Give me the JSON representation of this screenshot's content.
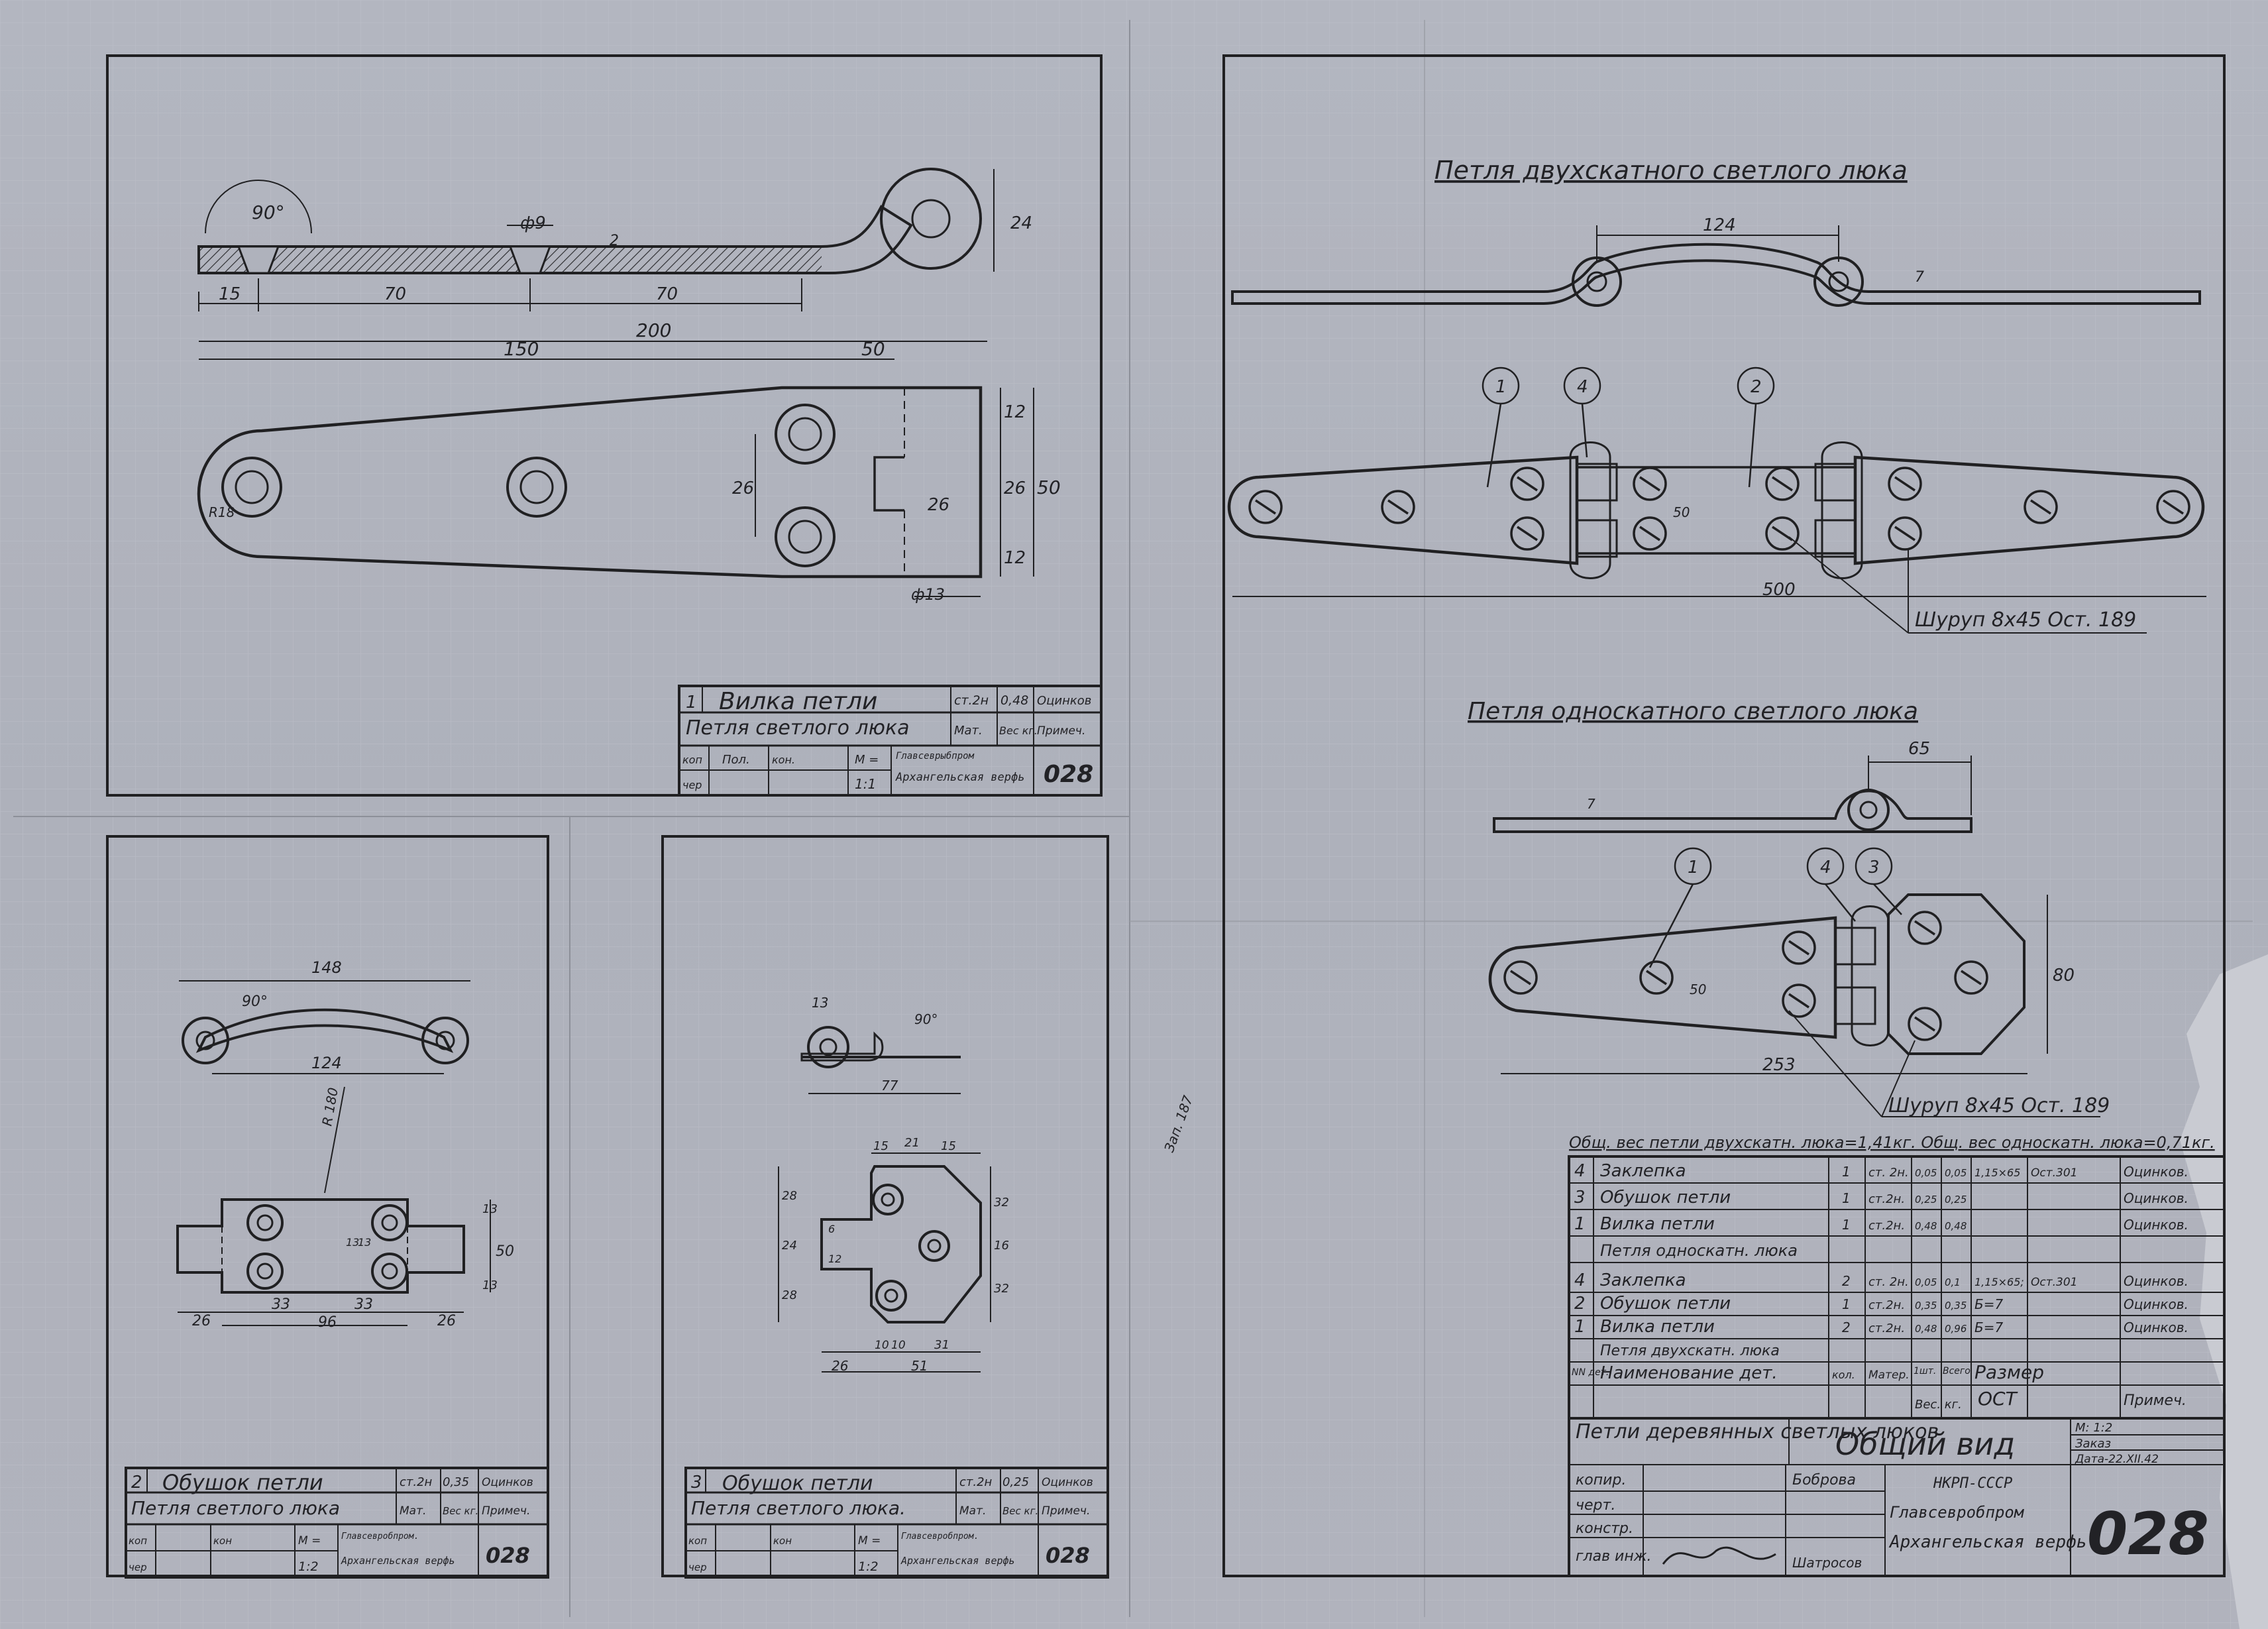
{
  "sheet_number": "028",
  "palette": {
    "paper": "#afb2bc",
    "ink": "#202022",
    "grid": "#c4c6cf"
  },
  "panel1": {
    "dims": {
      "angle": "90°",
      "hole": "ф9",
      "r": "2",
      "d15": "15",
      "d70a": "70",
      "d70b": "70",
      "d24": "24",
      "d200": "200",
      "d150": "150",
      "d50": "50",
      "d26a": "26",
      "d26b": "26",
      "d26c": "26",
      "d12a": "12",
      "d12b": "12",
      "d50v": "50",
      "hole2": "ф13",
      "r18": "R18"
    },
    "title_block": {
      "item_no": "1",
      "part_name": "Вилка петли",
      "material": "ст.2н",
      "weight": "0,48",
      "finish": "Оцинков",
      "assembly": "Петля светлого люка",
      "h_mat": "Мат.",
      "h_weight": "Вес кг.",
      "h_note": "Примеч.",
      "r_kop": "коп",
      "r_cher": "чер",
      "r_kon": "кон.",
      "sig1": "Пол.",
      "scale_label": "М =",
      "scale": "1:1",
      "org": "Главсеврыбпром",
      "yard": "Архангельская верфь",
      "number": "028"
    }
  },
  "panel2": {
    "dims": {
      "d148": "148",
      "angle": "90°",
      "d124": "124",
      "r180": "R 180",
      "d33a": "33",
      "d33b": "33",
      "d96": "96",
      "d26a": "26",
      "d26b": "26",
      "d13a": "13",
      "d13b": "13",
      "d50": "50",
      "d13c": "13",
      "d13d": "13"
    },
    "title_block": {
      "item_no": "2",
      "part_name": "Обушок петли",
      "material": "ст.2н",
      "weight": "0,35",
      "finish": "Оцинков",
      "assembly": "Петля светлого люка",
      "h_mat": "Мат.",
      "h_weight": "Вес кг.",
      "h_note": "Примеч.",
      "r_kop": "коп",
      "r_cher": "чер",
      "r_kon": "кон",
      "scale_label": "М =",
      "scale": "1:2",
      "org": "Главсевробпром.",
      "yard": "Архангельская верфь",
      "number": "028"
    }
  },
  "panel3": {
    "dims": {
      "d13": "13",
      "angle": "90°",
      "d77": "77",
      "d15a": "15",
      "d21": "21",
      "d15b": "15",
      "d28a": "28",
      "d24": "24",
      "d28b": "28",
      "d32a": "32",
      "d16": "16",
      "d32b": "32",
      "d10a": "10",
      "d10b": "10",
      "d31": "31",
      "d26": "26",
      "d51": "51",
      "d6": "6",
      "d12": "12"
    },
    "title_block": {
      "item_no": "3",
      "part_name": "Обушок петли",
      "material": "ст.2н",
      "weight": "0,25",
      "finish": "Оцинков",
      "assembly": "Петля светлого люка.",
      "h_mat": "Мат.",
      "h_weight": "Вес кг.",
      "h_note": "Примеч.",
      "r_kop": "коп",
      "r_cher": "чер",
      "r_kon": "кон",
      "scale_label": "М =",
      "scale": "1:2",
      "org": "Главсевробпром.",
      "yard": "Архангельская верфь",
      "number": "028"
    }
  },
  "right": {
    "title_double": "Петля двухскатного светлого люка",
    "title_single": "Петля односкатного светлого люка",
    "dims": {
      "d124": "124",
      "d7a": "7",
      "d500": "500",
      "d50a": "50",
      "d65": "65",
      "d7b": "7",
      "d253": "253",
      "d80": "80",
      "d50b": "50"
    },
    "callouts": [
      "1",
      "4",
      "2",
      "1",
      "4",
      "3"
    ],
    "screw_label1": "Шуруп 8х45  Ост. 189",
    "screw_label2": "Шуруп 8х45   Ост. 189",
    "weights_line": "Общ. вес петли двухскатн. люка=1,41кг. Общ. вес односкатн. люка=0,71кг.",
    "spec_rows": [
      {
        "n": "4",
        "name": "Заклепка",
        "qty": "1",
        "mat": "ст. 2н.",
        "w1": "0,05",
        "w2": "0,05",
        "size": "1,15×65",
        "ost": "Ост.301",
        "note": "Оцинков."
      },
      {
        "n": "3",
        "name": "Обушок петли",
        "qty": "1",
        "mat": "ст.2н.",
        "w1": "0,25",
        "w2": "0,25",
        "size": "",
        "ost": "",
        "note": "Оцинков."
      },
      {
        "n": "1",
        "name": "Вилка петли",
        "qty": "1",
        "mat": "ст.2н.",
        "w1": "0,48",
        "w2": "0,48",
        "size": "",
        "ost": "",
        "note": "Оцинков."
      },
      {
        "n": "",
        "name": "Петля односкатн. люка",
        "qty": "",
        "mat": "",
        "w1": "",
        "w2": "",
        "size": "",
        "ost": "",
        "note": ""
      },
      {
        "n": "4",
        "name": "Заклепка",
        "qty": "2",
        "mat": "ст. 2н.",
        "w1": "0,05",
        "w2": "0,1",
        "size": "1,15×65;",
        "ost": "Ост.301",
        "note": "Оцинков."
      },
      {
        "n": "2",
        "name": "Обушок петли",
        "qty": "1",
        "mat": "ст.2н.",
        "w1": "0,35",
        "w2": "0,35",
        "size": "Б=7",
        "ost": "",
        "note": "Оцинков."
      },
      {
        "n": "1",
        "name": "Вилка петли",
        "qty": "2",
        "mat": "ст.2н.",
        "w1": "0,48",
        "w2": "0,96",
        "size": "Б=7",
        "ost": "",
        "note": "Оцинков."
      },
      {
        "n": "",
        "name": "Петля двухскатн. люка",
        "qty": "",
        "mat": "",
        "w1": "",
        "w2": "",
        "size": "",
        "ost": "",
        "note": ""
      }
    ],
    "spec_header": {
      "n": "NN дет.",
      "name": "Наименование дет.",
      "qty": "кол.",
      "mat": "Матер.",
      "w1": "1шт.",
      "w2": "Всего",
      "wunit": "Вес. кг.",
      "size": "Размер",
      "ost": "ОСТ",
      "note": "Примеч."
    },
    "main_block": {
      "product": "Петли деревянных светлых люков",
      "view": "Общий вид",
      "scale": "М: 1:2",
      "order": "Заказ",
      "date": "Дата-22.XII.42",
      "r_kopir": "копир.",
      "r_chert": "черт.",
      "r_konstr": "констр.",
      "r_glav": "глав инж.",
      "name1": "Боброва",
      "name2": "Шатросов",
      "org1": "НКРП-СССР",
      "org2": "Главсевробпром",
      "yard": "Архангельская верфь",
      "number": "028"
    }
  },
  "pencil_note": "Зап. 187"
}
